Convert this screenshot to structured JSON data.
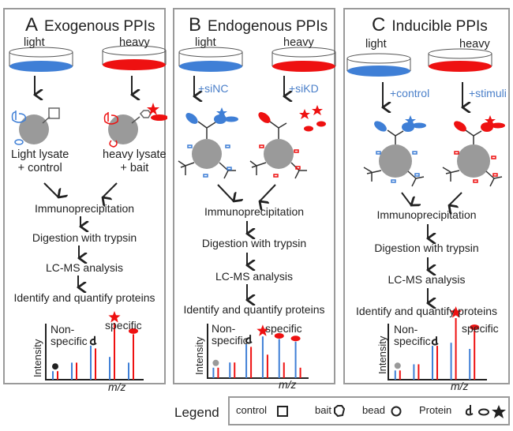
{
  "colors": {
    "light": "#3f7fd6",
    "heavy": "#ee1111",
    "bead": "#9a9a9a",
    "border": "#9a9a9a",
    "text": "#222222",
    "treatment_text": "#4a7fc9"
  },
  "common": {
    "light_label": "light",
    "heavy_label": "heavy",
    "steps": [
      "Immunoprecipitation",
      "Digestion with trypsin",
      "LC-MS analysis",
      "Identify and quantify proteins"
    ],
    "spectrum": {
      "nonspecific_label": "Non-\nspecific",
      "nonspecific_line1": "Non-",
      "nonspecific_line2": "specific",
      "specific_label": "specific",
      "ylabel": "Intensity",
      "xlabel": "m/z"
    }
  },
  "panels": [
    {
      "letter": "A",
      "title": "Exogenous PPIs",
      "light_result": [
        "Light lysate",
        "+ control"
      ],
      "heavy_result": [
        "heavy lysate",
        "+ bait"
      ],
      "spectrum_peaks": [
        {
          "marker": "bead",
          "light": 0.15,
          "heavy": 0.15
        },
        {
          "marker": "none",
          "light": 0.3,
          "heavy": 0.3
        },
        {
          "marker": "protein-hook",
          "light": 0.6,
          "heavy": 0.55
        },
        {
          "marker": "star",
          "light": 0.4,
          "heavy": 1.0
        },
        {
          "marker": "ellipse",
          "light": 0.3,
          "heavy": 0.8
        }
      ]
    },
    {
      "letter": "B",
      "title": "Endogenous PPIs",
      "light_treatment": "+siNC",
      "heavy_treatment": "+siKD",
      "spectrum_peaks": [
        {
          "marker": "bead",
          "light": 0.2,
          "heavy": 0.2
        },
        {
          "marker": "none",
          "light": 0.3,
          "heavy": 0.3
        },
        {
          "marker": "protein-hook",
          "light": 0.65,
          "heavy": 0.6
        },
        {
          "marker": "star",
          "light": 0.8,
          "heavy": 0.45
        },
        {
          "marker": "ellipse",
          "light": 0.75,
          "heavy": 0.3
        },
        {
          "marker": "ellipse",
          "light": 0.7,
          "heavy": 0.2
        }
      ]
    },
    {
      "letter": "C",
      "title": "Inducible PPIs",
      "light_treatment": "+control",
      "heavy_treatment": "+stimuli",
      "spectrum_peaks": [
        {
          "marker": "bead",
          "light": 0.15,
          "heavy": 0.15
        },
        {
          "marker": "none",
          "light": 0.25,
          "heavy": 0.25
        },
        {
          "marker": "protein-hook",
          "light": 0.55,
          "heavy": 0.55
        },
        {
          "marker": "star",
          "light": 0.6,
          "heavy": 1.0
        },
        {
          "marker": "ellipse",
          "light": 0.5,
          "heavy": 0.8
        }
      ]
    }
  ],
  "legend": {
    "title": "Legend",
    "items": [
      {
        "label": "control",
        "icon": "square-icon"
      },
      {
        "label": "bait",
        "icon": "hexagon-icon"
      },
      {
        "label": "bead",
        "icon": "circle-icon"
      },
      {
        "label": "Protein",
        "icon": "protein-icons"
      }
    ]
  }
}
